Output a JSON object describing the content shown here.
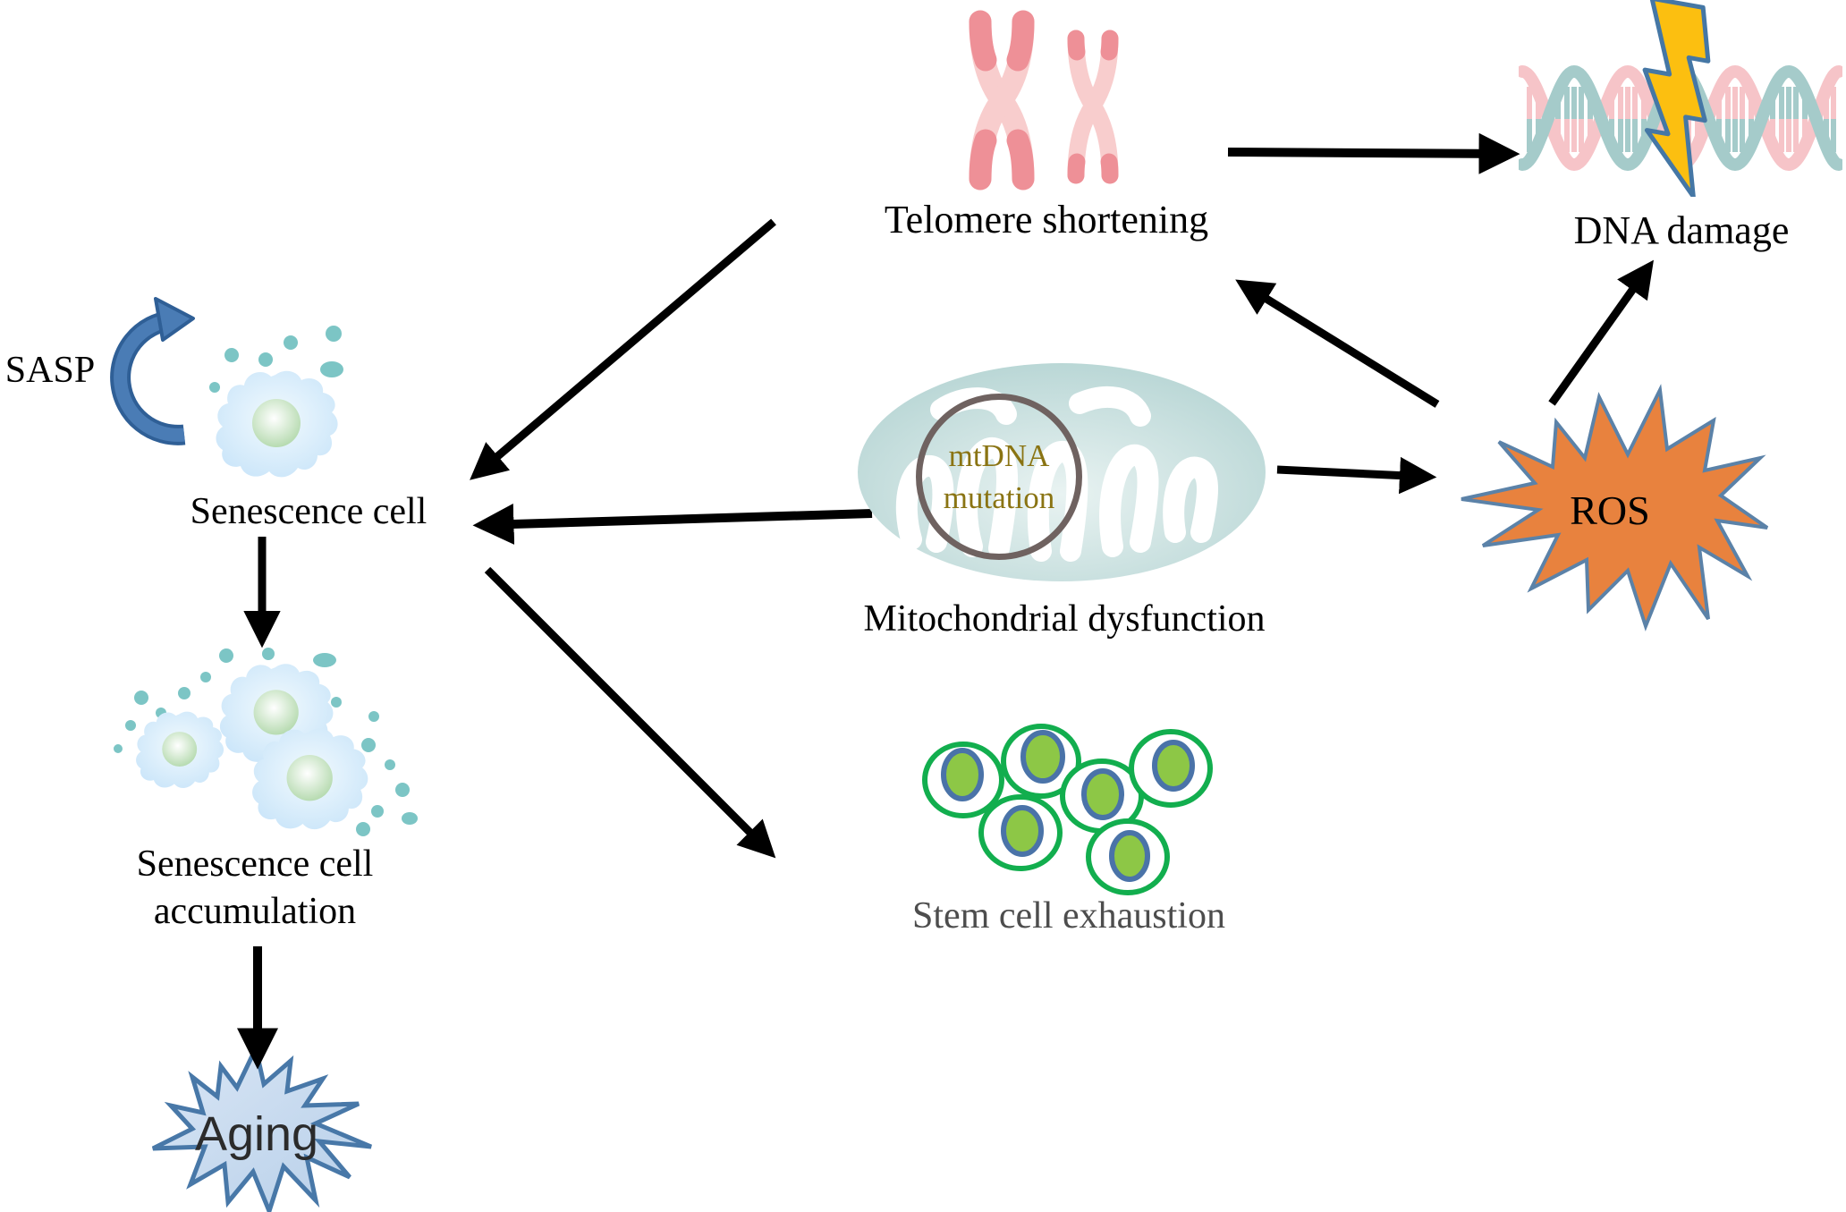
{
  "diagram": {
    "title_hint": "Mechanisms of cellular senescence and aging",
    "labels": {
      "telomere": "Telomere shortening",
      "dna_damage": "DNA damage",
      "sasp": "SASP",
      "senescence_cell": "Senescence cell",
      "mitochondrial": "Mitochondrial dysfunction",
      "mtdna_line1": "mtDNA",
      "mtdna_line2": "mutation",
      "ros": "ROS",
      "stem_cell": "Stem cell exhaustion",
      "accumulation_line1": "Senescence cell",
      "accumulation_line2": "accumulation",
      "aging": "Aging"
    },
    "colors": {
      "text": "#000000",
      "stem_text": "#4d4d4d",
      "aging_text": "#2b2b2b",
      "arrow": "#000000",
      "chromosome_body": "#f8cdcd",
      "chromosome_cap": "#ee9097",
      "dna_pink": "#f6c4c8",
      "dna_teal": "#a5cbca",
      "bolt_fill": "#fcbf10",
      "bolt_stroke": "#4577a5",
      "mito_edge": "#aed0cf",
      "mito_center": "#e9f3f2",
      "mtdna_ring": "#6f6260",
      "mtdna_text": "#8a7413",
      "ros_fill": "#e8823e",
      "ros_stroke": "#5b82a8",
      "stem_outline": "#12ae4e",
      "stem_nucleus": "#8dc746",
      "nucleus_ring": "#4a73a8",
      "cell_fill": "#c8e4f9",
      "cell_center": "#f2fafe",
      "nucleus_green": "#abd5a4",
      "dot_teal": "#7cc5c5",
      "sasp_fill": "#4a7cb5",
      "sasp_edge": "#2f5f96",
      "aging_fill_light": "#d9e6f5",
      "aging_fill_dark": "#b7cfe9",
      "aging_stroke": "#4878a8"
    },
    "connections": [
      {
        "from": "telomere-shortening",
        "to": "senescence-cell"
      },
      {
        "from": "chromosomes",
        "to": "dna-damage"
      },
      {
        "from": "mitochondrial-dysfunction",
        "to": "senescence-cell"
      },
      {
        "from": "senescence-cell",
        "to": "stem-cell-exhaustion"
      },
      {
        "from": "mitochondrial-dysfunction",
        "to": "ros"
      },
      {
        "from": "ros",
        "to": "telomere-shortening"
      },
      {
        "from": "ros",
        "to": "dna-damage"
      },
      {
        "from": "senescence-cell",
        "to": "senescence-cell-accumulation"
      },
      {
        "from": "senescence-cell-accumulation",
        "to": "aging"
      }
    ]
  }
}
